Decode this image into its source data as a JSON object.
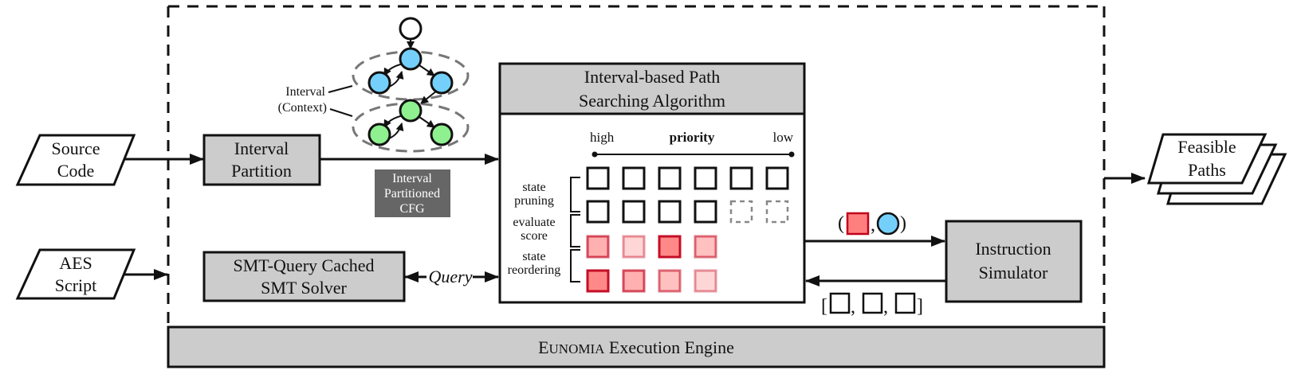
{
  "inputs": {
    "source_code": [
      "Source",
      "Code"
    ],
    "aes_script": [
      "AES",
      "Script"
    ]
  },
  "output": {
    "feasible_paths": [
      "Feasible",
      "Paths"
    ]
  },
  "modules": {
    "interval_partition": [
      "Interval",
      "Partition"
    ],
    "smt_solver": [
      "SMT-Query Cached",
      "SMT Solver"
    ],
    "path_search": [
      "Interval-based Path",
      "Searching Algorithm"
    ],
    "instruction_simulator": [
      "Instruction",
      "Simulator"
    ],
    "engine": {
      "name_smallcaps_initial": "E",
      "name_smallcaps_rest": "UNOMIA",
      "suffix": " Execution Engine"
    }
  },
  "cfg": {
    "interval_label": [
      "Interval",
      "(Context)"
    ],
    "badge": [
      "Interval",
      "Partitioned",
      "CFG"
    ],
    "colors": {
      "entry": "#ffffff",
      "interval1": "#74d0fb",
      "interval2": "#8ef08e"
    }
  },
  "edges": {
    "query_label": "Query",
    "to_simulator_label": {
      "open": "(",
      "sep": ",",
      "close": ")"
    },
    "from_simulator_label": {
      "open": "[",
      "sep": ",",
      "close": "]",
      "count": 3
    }
  },
  "priority": {
    "high": "high",
    "title": "priority",
    "low": "low"
  },
  "stages": [
    [
      "state",
      "pruning"
    ],
    [
      "evaluate",
      "score"
    ],
    [
      "state",
      "reordering"
    ]
  ],
  "queue_rows": [
    {
      "kind": "plain",
      "cells": [
        "solid",
        "solid",
        "solid",
        "solid",
        "solid",
        "solid"
      ]
    },
    {
      "kind": "plain",
      "cells": [
        "solid",
        "solid",
        "solid",
        "solid",
        "dashed",
        "dashed"
      ]
    },
    {
      "kind": "score",
      "cells": [
        0.55,
        0.2,
        0.9,
        0.4
      ]
    },
    {
      "kind": "score",
      "cells": [
        0.9,
        0.55,
        0.4,
        0.2
      ]
    }
  ],
  "colors": {
    "score_fill_strong": "#ff7f7f",
    "score_stroke_strong": "#c0001a",
    "module_gray": "#cccccc",
    "badge_gray": "#666666"
  }
}
